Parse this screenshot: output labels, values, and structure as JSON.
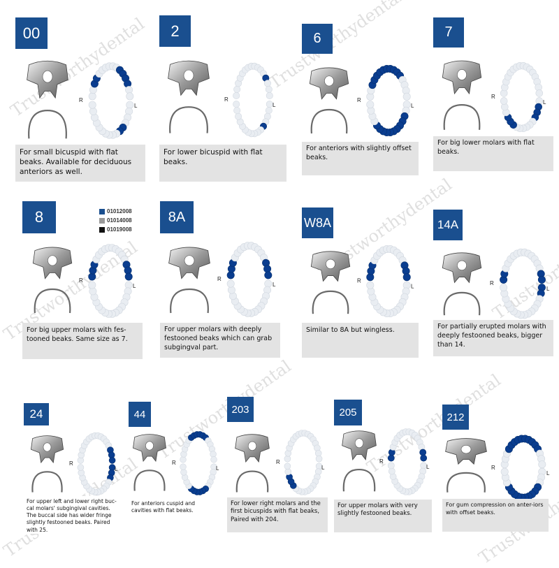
{
  "watermark": "Trustworthydental",
  "colors": {
    "badge": "#1a4f8f",
    "tooth_active": "#0a3d8f",
    "tooth_inactive": "#e9edf2",
    "desc_bg": "#e3e3e3"
  },
  "legend": [
    {
      "code": "01012008",
      "color": "#1a4f8f"
    },
    {
      "code": "01014008",
      "color": "#9a9a9a"
    },
    {
      "code": "01019008",
      "color": "#111111"
    }
  ],
  "side_labels": {
    "right": "R",
    "left": "L"
  },
  "cards": [
    {
      "id": "00",
      "number": "00",
      "description": "For small bicuspid with flat beaks.  Available for deciduous anteriors as well.",
      "highlight": [
        3,
        4,
        11,
        12,
        13,
        14,
        21,
        22
      ]
    },
    {
      "id": "2",
      "number": "2",
      "description": "For lower bicuspid with flat beaks.",
      "highlight": [
        13,
        21
      ]
    },
    {
      "id": "6",
      "number": "6",
      "description": "For anteriors with slightly offset beaks.",
      "highlight": [
        3,
        4,
        5,
        6,
        7,
        8,
        9,
        10,
        11,
        12,
        19,
        20,
        21,
        22,
        23,
        24,
        25,
        26,
        27,
        28
      ]
    },
    {
      "id": "7",
      "number": "7",
      "description": "For big lower molars with flat beaks.",
      "highlight": [
        18,
        19,
        20,
        27,
        28,
        29
      ]
    },
    {
      "id": "8",
      "number": "8",
      "description": "For big upper molars with fes-tooned beaks.  Same size as 7.",
      "highlight": [
        1,
        2,
        3,
        14,
        15,
        16
      ]
    },
    {
      "id": "8A",
      "number": "8A",
      "description": "For upper molars with deeply festooned beaks which can grab subgingval part.",
      "highlight": [
        1,
        2,
        3,
        14,
        15,
        16
      ]
    },
    {
      "id": "W8A",
      "number": "W8A",
      "description": "Similar to 8A but wingless.",
      "highlight": [
        1,
        2,
        3,
        14,
        15,
        16
      ]
    },
    {
      "id": "14A",
      "number": "14A",
      "description": "For partially erupted molars with deeply festooned beaks, bigger than 14.",
      "highlight": [
        1,
        2,
        15,
        16,
        17,
        18
      ]
    },
    {
      "id": "24",
      "number": "24",
      "description": "For upper left and lower right buc-cal molars' subgingival cavities. The buccal side has wider fringe slightly festooned beaks. Paired with 25.",
      "highlight": [
        14,
        15,
        16,
        17,
        18,
        19
      ]
    },
    {
      "id": "44",
      "number": "44",
      "description": "For anteriors cuspid and cavities with flat beaks.",
      "highlight": [
        6,
        7,
        8,
        9,
        10,
        11,
        22,
        23,
        24,
        25,
        26,
        27
      ]
    },
    {
      "id": "203",
      "number": "203",
      "description": "For lower right molars and the first bicuspids with flat beaks, Paired with 204.",
      "highlight": [
        28,
        29,
        30
      ]
    },
    {
      "id": "205",
      "number": "205",
      "description": "For upper molars with very slightly festooned beaks.",
      "highlight": [
        1,
        2,
        15,
        16
      ]
    },
    {
      "id": "212",
      "number": "212",
      "description": "For gum compression on anter-iors with offset beaks.",
      "highlight": [
        4,
        5,
        6,
        7,
        8,
        9,
        10,
        11,
        12,
        13,
        20,
        21,
        22,
        23,
        24,
        25,
        26,
        27,
        28,
        29
      ]
    }
  ]
}
